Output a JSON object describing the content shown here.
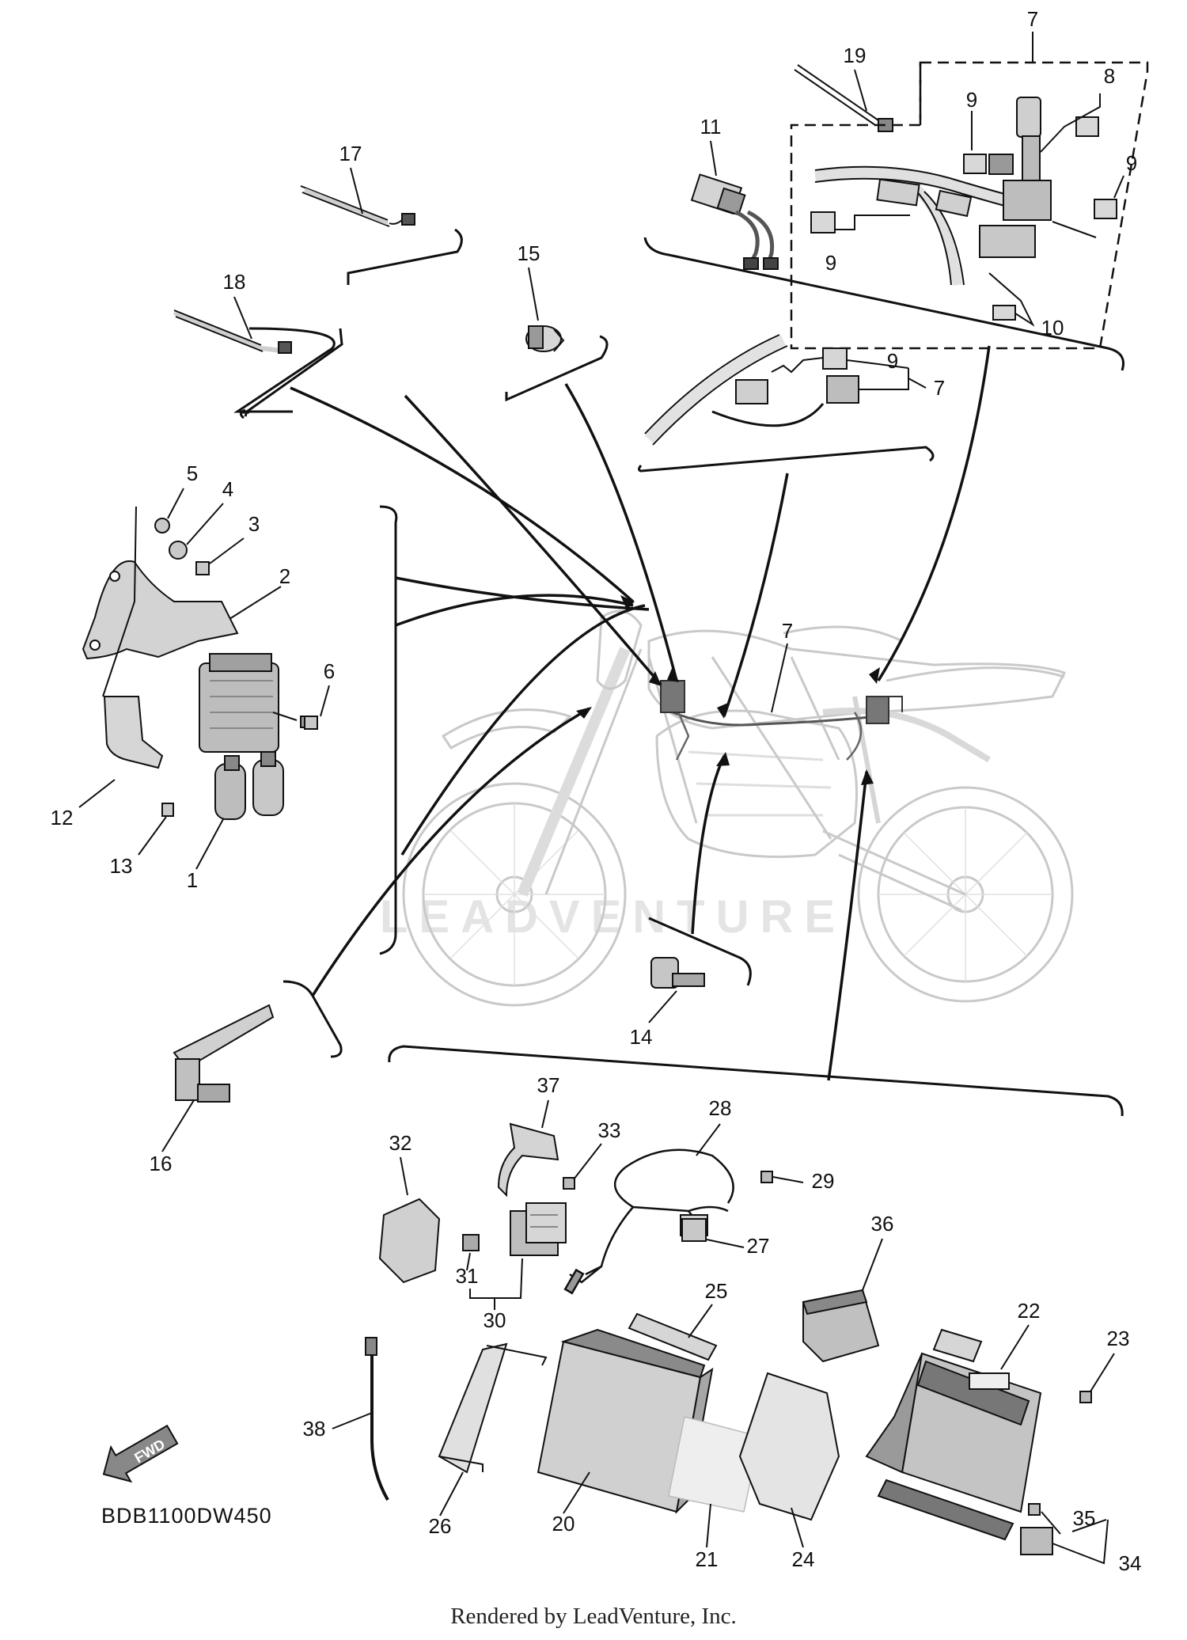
{
  "diagram": {
    "reference_code": "BDB1100DW450",
    "credit": "Rendered by LeadVenture, Inc.",
    "watermark": "LEADVENTURE",
    "fwd_badge": "FWD",
    "callouts": {
      "c1": "1",
      "c2": "2",
      "c3": "3",
      "c4": "4",
      "c5": "5",
      "c6": "6",
      "c7a": "7",
      "c7b": "7",
      "c7c": "7",
      "c8": "8",
      "c9a": "9",
      "c9b": "9",
      "c9c": "9",
      "c9d": "9",
      "c10": "10",
      "c11": "11",
      "c12": "12",
      "c13": "13",
      "c14": "14",
      "c15": "15",
      "c16": "16",
      "c17": "17",
      "c18": "18",
      "c19": "19",
      "c20": "20",
      "c21": "21",
      "c22": "22",
      "c23": "23",
      "c24": "24",
      "c25": "25",
      "c26": "26",
      "c27": "27",
      "c28": "28",
      "c29": "29",
      "c30": "30",
      "c31": "31",
      "c32": "32",
      "c33": "33",
      "c34": "34",
      "c35": "35",
      "c36": "36",
      "c37": "37",
      "c38": "38"
    },
    "colors": {
      "line": "#111111",
      "part_fill": "#d2d2d2",
      "part_dark": "#8a8a8a",
      "bike_outline": "#c9c9c9"
    }
  }
}
